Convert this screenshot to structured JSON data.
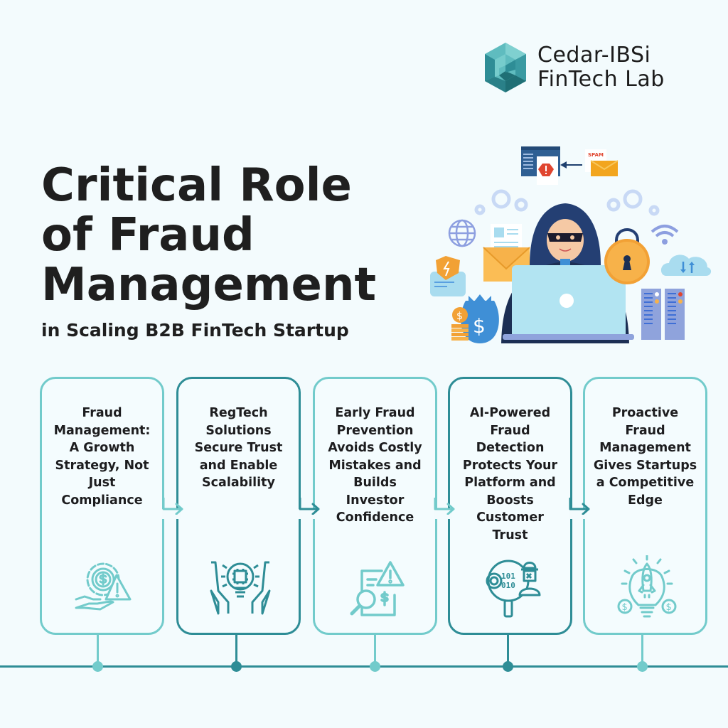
{
  "brand": {
    "logo_line1": "Cedar-IBSi",
    "logo_line2": "FinTech Lab",
    "logo_colors": [
      "#2e8d96",
      "#5fbcbf",
      "#1f6f75"
    ]
  },
  "header": {
    "title_line1": "Critical Role",
    "title_line2": "of Fraud",
    "title_line3": "Management",
    "subtitle": "in Scaling B2B FinTech Startup"
  },
  "illustration": {
    "description": "hooded-hacker-at-laptop",
    "spam_label": "SPAM",
    "elements": [
      "browser-warning",
      "spam-envelope",
      "gears",
      "globe",
      "email-document",
      "hacker",
      "laptop",
      "open-padlock",
      "wifi",
      "cloud-transfer",
      "shield-card",
      "money-bag",
      "coins",
      "servers"
    ]
  },
  "theme": {
    "background": "#f3fbfd",
    "light_teal": "#72cbcb",
    "dark_teal": "#2e8d96",
    "text": "#1d1d1f"
  },
  "steps": [
    {
      "lines": [
        "Fraud",
        "Management:",
        "A Growth",
        "Strategy, Not",
        "Just",
        "Compliance"
      ],
      "icon": "hand-gear-dollar-warning-icon",
      "variant": "light"
    },
    {
      "lines": [
        "RegTech",
        "Solutions",
        "Secure Trust",
        "and Enable",
        "Scalability"
      ],
      "icon": "hands-lightbulb-chip-icon",
      "variant": "dark"
    },
    {
      "lines": [
        "Early Fraud",
        "Prevention",
        "Avoids Costly",
        "Mistakes and",
        "Builds",
        "Investor",
        "Confidence"
      ],
      "icon": "document-magnifier-warning-icon",
      "variant": "light"
    },
    {
      "lines": [
        "AI-Powered",
        "Fraud",
        "Detection",
        "Protects Your",
        "Platform and",
        "Boosts",
        "Customer",
        "Trust"
      ],
      "icon": "magnifier-binary-fraudster-icon",
      "variant": "dark"
    },
    {
      "lines": [
        "Proactive",
        "Fraud",
        "Management",
        "Gives Startups",
        "a Competitive",
        "Edge"
      ],
      "icon": "lightbulb-rocket-dollar-icon",
      "variant": "light"
    }
  ]
}
